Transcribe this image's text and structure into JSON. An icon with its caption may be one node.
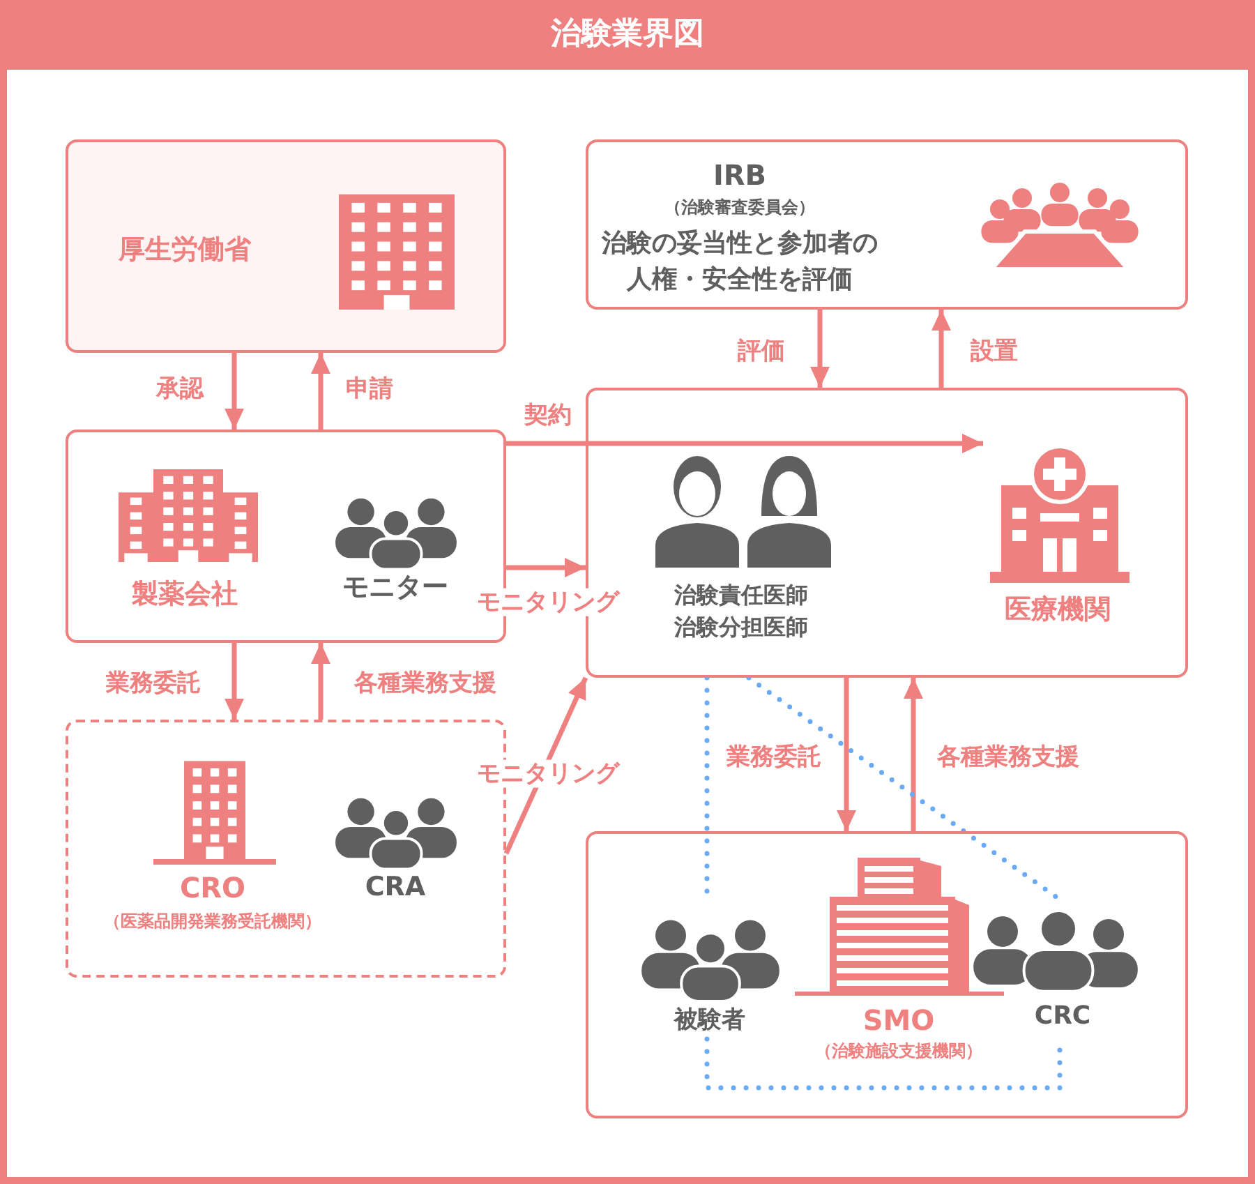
{
  "diagram": {
    "title": "治験業界図",
    "nodes": [
      {
        "text": [
          "厚生労働省"
        ]
      },
      {
        "text": [
          "IRB",
          "（治験審査委員会）",
          "治験の妥当性と参加者の人権・安全性を評価"
        ]
      },
      {
        "text": [
          "製薬会社",
          "モニター"
        ]
      },
      {
        "text": [
          "治験責任医師治験分担医師",
          "医療機関"
        ]
      },
      {
        "text": [
          "CRO",
          "（医薬品開発業務受託機関）",
          "CRA"
        ]
      },
      {
        "text": [
          "SMO",
          "（治験施設支援機関）"
        ]
      },
      {
        "text": [
          "被験者"
        ],
        "in": 5
      },
      {
        "text": [
          "CRC"
        ],
        "in": 5
      }
    ],
    "edges": [
      {
        "from": 0,
        "to": 2,
        "arrow": "to",
        "label": "承認"
      },
      {
        "from": 2,
        "to": 0,
        "arrow": "to",
        "label": "申請"
      },
      {
        "from": 1,
        "to": 3,
        "arrow": "to",
        "label": "評価"
      },
      {
        "from": 3,
        "to": 1,
        "arrow": "to",
        "label": "設置"
      },
      {
        "from": 2,
        "to": 3,
        "arrow": "to",
        "label": "契約"
      },
      {
        "from": 2,
        "to": 3,
        "arrow": "to",
        "label": "モニタリング"
      },
      {
        "from": 2,
        "to": 4,
        "arrow": "to",
        "label": "業務委託"
      },
      {
        "from": 4,
        "to": 2,
        "arrow": "to",
        "label": "各種業務支援"
      },
      {
        "from": 4,
        "to": 3,
        "arrow": "to",
        "label": "モニタリング"
      },
      {
        "from": 3,
        "to": 5,
        "arrow": "to",
        "label": "業務委託"
      },
      {
        "from": 5,
        "to": 3,
        "arrow": "to",
        "label": "各種業務支援"
      },
      {
        "from": 3,
        "to": 6,
        "arrow": "none",
        "style": "dashed",
        "color": "#6aaaf5"
      },
      {
        "from": 3,
        "to": 7,
        "arrow": "none",
        "style": "dashed",
        "color": "#6aaaf5"
      },
      {
        "from": 6,
        "to": 7,
        "arrow": "none",
        "style": "dashed",
        "color": "#6aaaf5"
      }
    ]
  }
}
